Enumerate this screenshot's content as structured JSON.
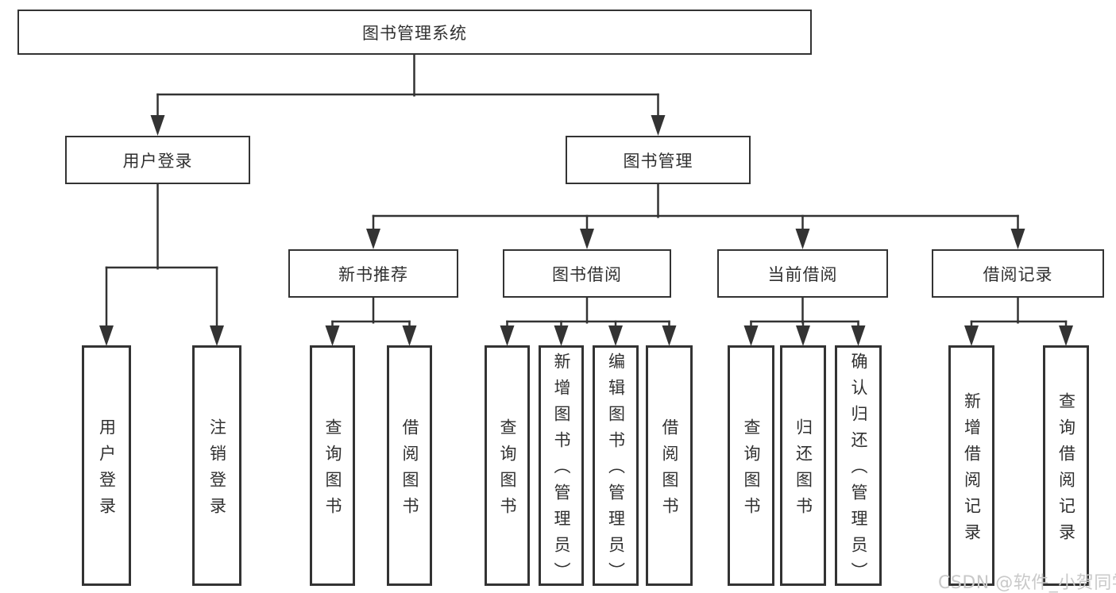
{
  "diagram_title": "图书管理系统",
  "nodes": {
    "root": {
      "label": "图书管理系统"
    },
    "login": {
      "label": "用户登录"
    },
    "mgmt": {
      "label": "图书管理"
    },
    "recommend": {
      "label": "新书推荐"
    },
    "borrow": {
      "label": "图书借阅"
    },
    "current": {
      "label": "当前借阅"
    },
    "records": {
      "label": "借阅记录"
    },
    "leaf_login": {
      "label": "用户登录"
    },
    "leaf_logout": {
      "label": "注销登录"
    },
    "leaf_rec_query": {
      "label": "查询图书"
    },
    "leaf_rec_borrow": {
      "label": "借阅图书"
    },
    "leaf_bor_query": {
      "label": "查询图书"
    },
    "leaf_bor_add": {
      "label": "新增图书（管理员）"
    },
    "leaf_bor_edit": {
      "label": "编辑图书（管理员）"
    },
    "leaf_bor_borrow": {
      "label": "借阅图书"
    },
    "leaf_cur_query": {
      "label": "查询图书"
    },
    "leaf_cur_return": {
      "label": "归还图书"
    },
    "leaf_cur_confirm": {
      "label": "确认归还（管理员）"
    },
    "leaf_his_add": {
      "label": "新增借阅记录"
    },
    "leaf_his_query": {
      "label": "查询借阅记录"
    }
  },
  "hierarchy": {
    "图书管理系统": {
      "用户登录": [
        "用户登录",
        "注销登录"
      ],
      "图书管理": {
        "新书推荐": [
          "查询图书",
          "借阅图书"
        ],
        "图书借阅": [
          "查询图书",
          "新增图书（管理员）",
          "编辑图书（管理员）",
          "借阅图书"
        ],
        "当前借阅": [
          "查询图书",
          "归还图书",
          "确认归还（管理员）"
        ],
        "借阅记录": [
          "新增借阅记录",
          "查询借阅记录"
        ]
      }
    }
  },
  "watermark": {
    "text": "CSDN @软件_小贺同学"
  },
  "colors": {
    "line": "#333333",
    "text": "#303030",
    "background": "#ffffff",
    "watermark": "#c9c9c9"
  }
}
